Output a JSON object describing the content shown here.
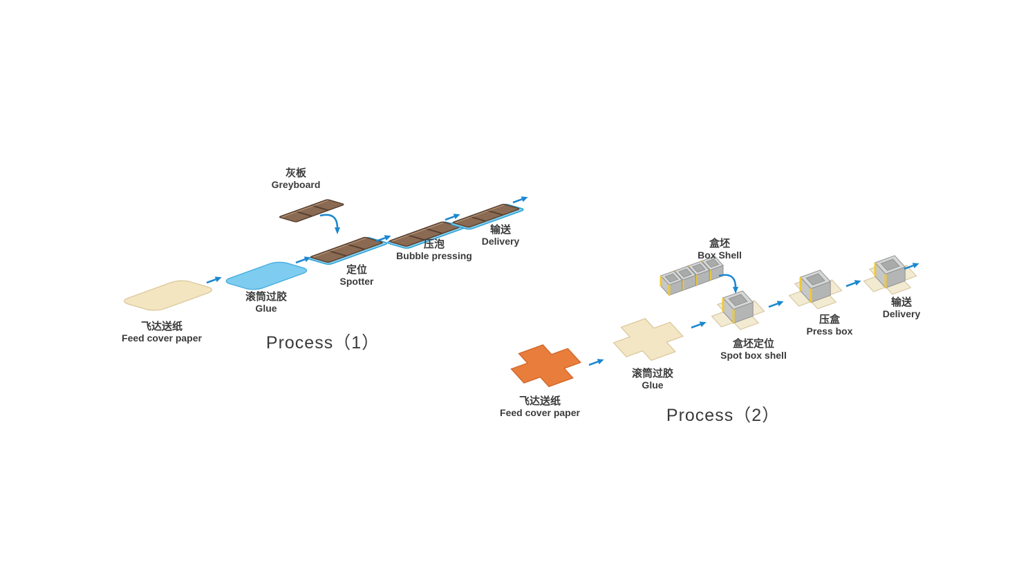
{
  "diagram": {
    "kind": "box-making machine process flow",
    "background": "#ffffff"
  },
  "colors": {
    "cream_sheet": "#f3e5c0",
    "blue_sheet": "#7ecdf0",
    "station_blue": "#86d2f0",
    "greyboard_brown": "#8a6a52",
    "orange_blank": "#e87d3c",
    "cream_blank": "#f3e6c4",
    "station_cream": "#f3ead2",
    "arrow_blue": "#1b87cf",
    "box_grey": "#d5d6d6",
    "box_yellow": "#eec937",
    "text": "#3a3a3a"
  },
  "process1": {
    "title": "Process（1）",
    "steps": [
      {
        "id": "feed",
        "zh": "飞达送纸",
        "en": "Feed cover paper"
      },
      {
        "id": "glue",
        "zh": "滚筒过胶",
        "en": "Glue"
      },
      {
        "id": "greyboard",
        "zh": "灰板",
        "en": "Greyboard"
      },
      {
        "id": "spotter",
        "zh": "定位",
        "en": "Spotter"
      },
      {
        "id": "bubble_pressing",
        "zh": "压泡",
        "en": "Bubble pressing"
      },
      {
        "id": "delivery",
        "zh": "输送",
        "en": "Delivery"
      }
    ]
  },
  "process2": {
    "title": "Process（2）",
    "steps": [
      {
        "id": "feed",
        "zh": "飞达送纸",
        "en": "Feed cover paper"
      },
      {
        "id": "glue",
        "zh": "滚筒过胶",
        "en": "Glue"
      },
      {
        "id": "box_shell",
        "zh": "盒坯",
        "en": "Box Shell"
      },
      {
        "id": "spot_box_shell",
        "zh": "盒坯定位",
        "en": "Spot box shell"
      },
      {
        "id": "press_box",
        "zh": "压盒",
        "en": "Press box"
      },
      {
        "id": "delivery",
        "zh": "输送",
        "en": "Delivery"
      }
    ]
  }
}
